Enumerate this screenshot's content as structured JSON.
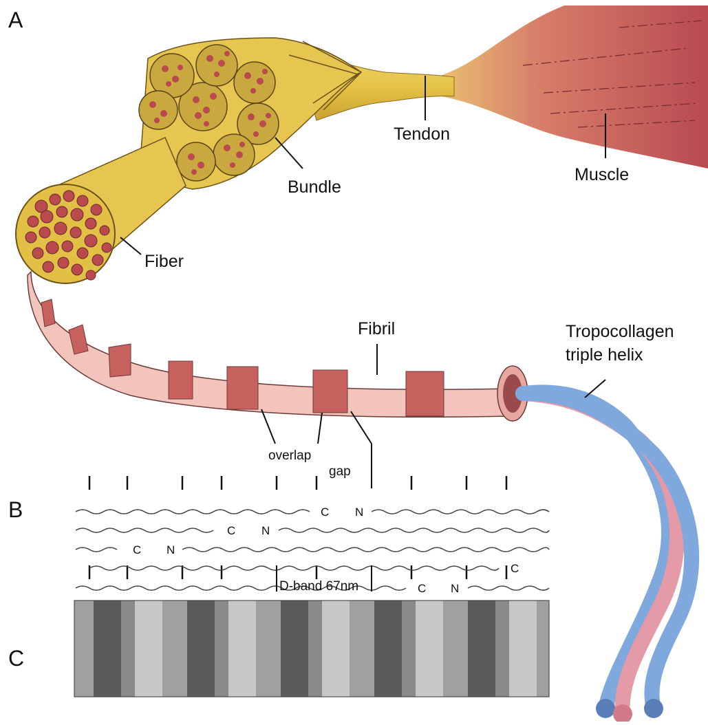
{
  "panels": {
    "a": "A",
    "b": "B",
    "c": "C"
  },
  "labels": {
    "muscle": "Muscle",
    "tendon": "Tendon",
    "bundle": "Bundle",
    "fiber": "Fiber",
    "fibril": "Fibril",
    "tropocollagen_line1": "Tropocollagen",
    "tropocollagen_line2": "triple helix",
    "overlap": "overlap",
    "gap": "gap",
    "dband": "D-band 67nm"
  },
  "terminus": {
    "c": "C",
    "n": "N"
  },
  "colors": {
    "tendon_yellow": "#e8c84a",
    "fiber_core": "#b94a4e",
    "muscle_red": "#c8585c",
    "fibril_light": "#f4c4bc",
    "fibril_dark": "#c7615e",
    "helix_blue": "#7fa8dc",
    "helix_pink": "#e59aa8"
  }
}
